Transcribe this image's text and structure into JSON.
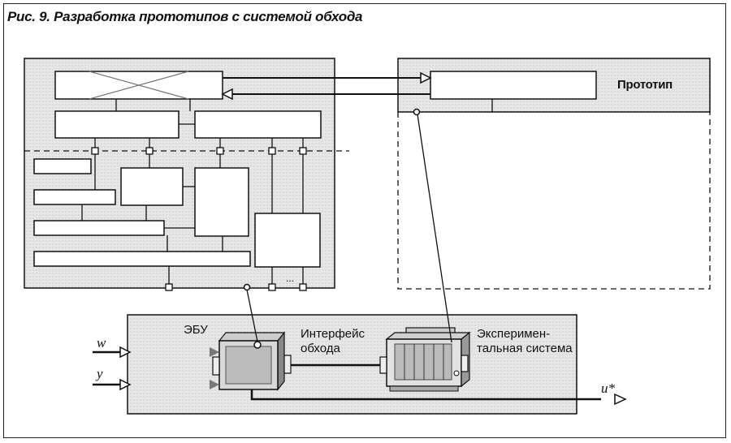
{
  "figure": {
    "title": "Рис. 9. Разработка прототипов с системой обхода"
  },
  "labels": {
    "prototype": "Прототип",
    "ecu": "ЭБУ",
    "bypass_interface_line1": "Интерфейс",
    "bypass_interface_line2": "обхода",
    "experimental_system_line1": "Эксперимен-",
    "experimental_system_line2": "тальная система",
    "input_w": "w",
    "input_y": "y",
    "output_u": "u*",
    "ellipsis": "..."
  },
  "colors": {
    "shaded_panel": "#e4e4e4",
    "line": "#111111",
    "box_fill": "#ffffff"
  }
}
